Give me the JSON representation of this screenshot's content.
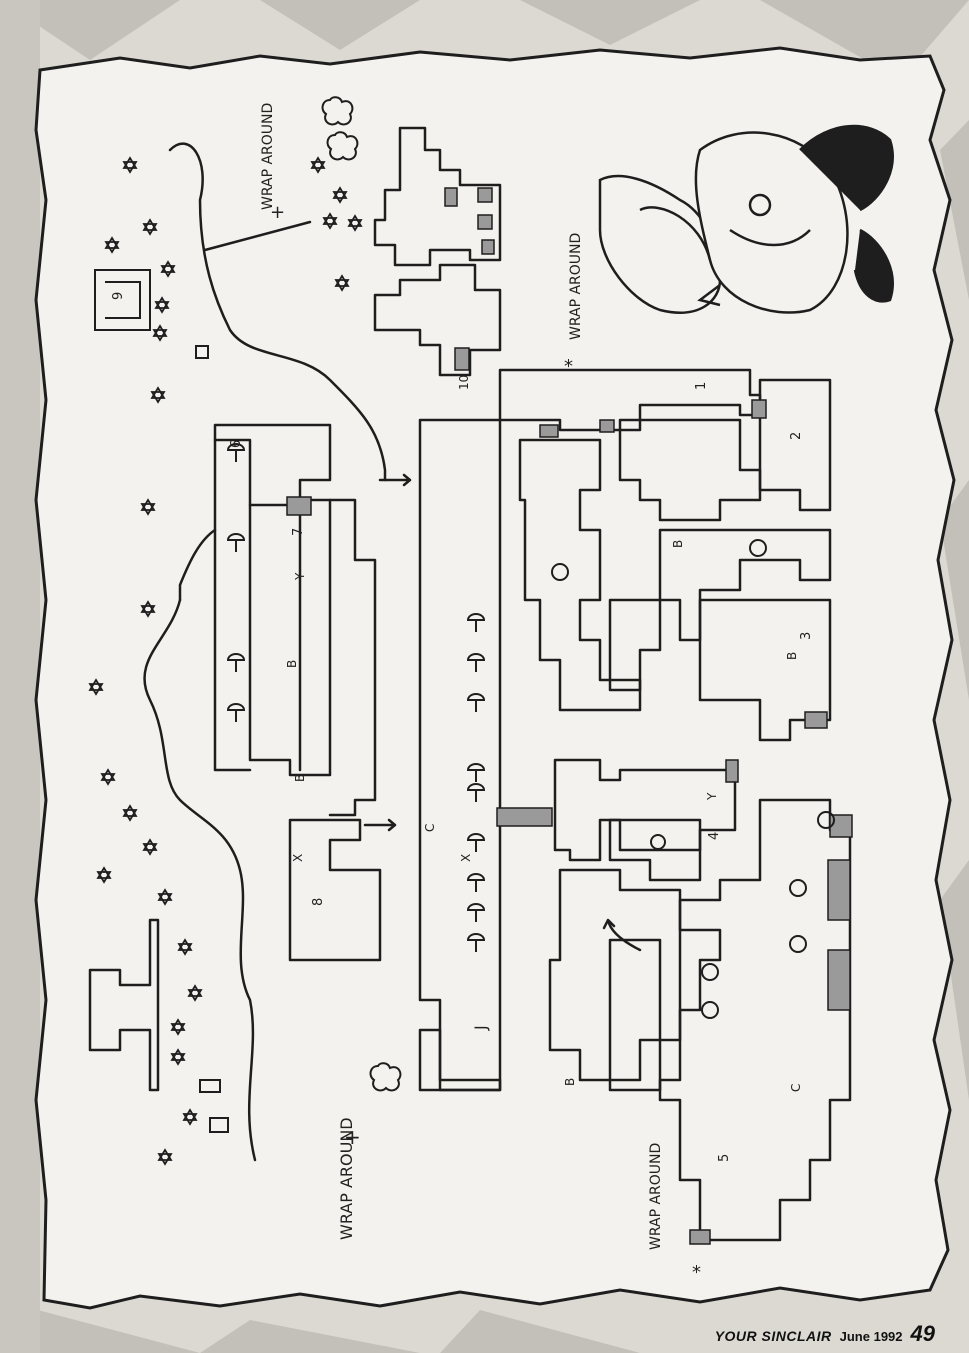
{
  "map": {
    "wrap_label_top_right": "WRAP AROUND",
    "wrap_label_center": "WRAP AROUND",
    "wrap_label_bottom_left": "WRAP AROUND",
    "wrap_label_bottom_center": "WRAP AROUND",
    "room_numbers": [
      "1",
      "2",
      "3",
      "4",
      "5",
      "6",
      "7",
      "8",
      "9",
      "10"
    ],
    "letter_markers": [
      "B",
      "B",
      "B",
      "B",
      "B",
      "X",
      "X",
      "Y",
      "Y",
      "C",
      "C",
      "J"
    ]
  },
  "footer": {
    "magazine": "YOUR SINCLAIR",
    "issue": "June 1992",
    "page_number": "49"
  },
  "colors": {
    "paper": "#f4f2ee",
    "ink": "#1e1e1e",
    "background_pattern": "#b9b6b0"
  }
}
